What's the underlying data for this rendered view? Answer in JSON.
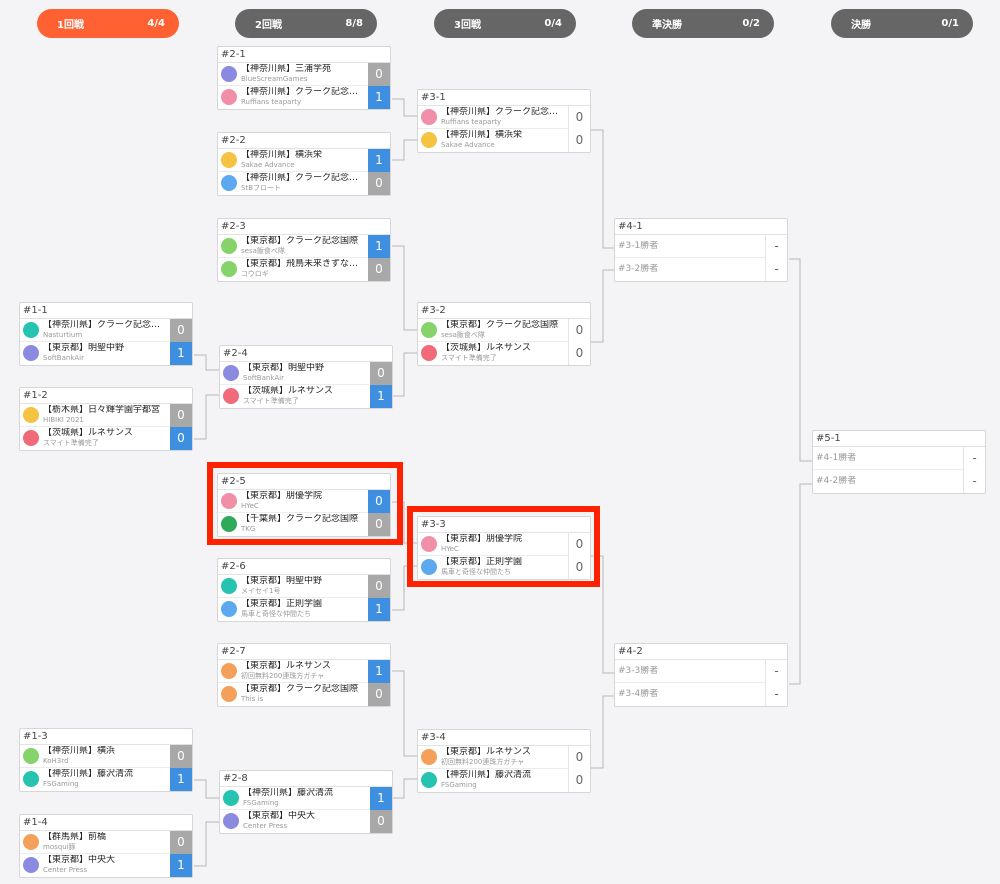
{
  "rounds": [
    {
      "name": "1回戦",
      "count": "4/4",
      "active": true
    },
    {
      "name": "2回戦",
      "count": "8/8",
      "active": false
    },
    {
      "name": "3回戦",
      "count": "0/4",
      "active": false
    },
    {
      "name": "準決勝",
      "count": "0/2",
      "active": false
    },
    {
      "name": "決勝",
      "count": "0/1",
      "active": false
    }
  ],
  "team_colors": {
    "pink": "#f08fa7",
    "yellow": "#f5c342",
    "blue": "#5da9f0",
    "green": "#86d36a",
    "purple": "#8a8ae0",
    "teal": "#25c3b0",
    "orange": "#f5a05a",
    "red": "#f06a7a",
    "dark-green": "#2eaa5a"
  },
  "matches": {
    "m1_1": {
      "id": "#1-1",
      "teams": [
        {
          "name": "【神奈川県】クラーク記念国…",
          "sub": "Nasturtium",
          "score": "0",
          "result": "lose",
          "color": "teal"
        },
        {
          "name": "【東京都】明聖中野",
          "sub": "SoftBankAir",
          "score": "1",
          "result": "win",
          "color": "purple"
        }
      ]
    },
    "m1_2": {
      "id": "#1-2",
      "teams": [
        {
          "name": "【栃木県】日々輝学園宇都宮",
          "sub": "HIBIKI 2021",
          "score": "0",
          "result": "lose",
          "color": "yellow"
        },
        {
          "name": "【茨城県】ルネサンス",
          "sub": "スマイト準備完了",
          "score": "0",
          "result": "win",
          "color": "red"
        }
      ]
    },
    "m1_3": {
      "id": "#1-3",
      "teams": [
        {
          "name": "【神奈川県】横浜",
          "sub": "KoH3rd",
          "score": "0",
          "result": "lose",
          "color": "green"
        },
        {
          "name": "【神奈川県】藤沢清流",
          "sub": "FSGaming",
          "score": "1",
          "result": "win",
          "color": "teal"
        }
      ]
    },
    "m1_4": {
      "id": "#1-4",
      "teams": [
        {
          "name": "【群馬県】前橋",
          "sub": "mosqui豚",
          "score": "0",
          "result": "lose",
          "color": "orange"
        },
        {
          "name": "【東京都】中央大",
          "sub": "Center Press",
          "score": "1",
          "result": "win",
          "color": "purple"
        }
      ]
    },
    "m2_1": {
      "id": "#2-1",
      "teams": [
        {
          "name": "【神奈川県】三浦学苑",
          "sub": "BlueScreamGames",
          "score": "0",
          "result": "lose",
          "color": "purple"
        },
        {
          "name": "【神奈川県】クラーク記念国…",
          "sub": "Ruffians teaparty",
          "score": "1",
          "result": "win",
          "color": "pink"
        }
      ]
    },
    "m2_2": {
      "id": "#2-2",
      "teams": [
        {
          "name": "【神奈川県】横浜栄",
          "sub": "Sakae Advance",
          "score": "1",
          "result": "win",
          "color": "yellow"
        },
        {
          "name": "【神奈川県】クラーク記念国…",
          "sub": "StBフロート",
          "score": "0",
          "result": "lose",
          "color": "blue"
        }
      ]
    },
    "m2_3": {
      "id": "#2-3",
      "teams": [
        {
          "name": "【東京都】クラーク記念国際",
          "sub": "sesa飯食べ隊",
          "score": "1",
          "result": "win",
          "color": "green"
        },
        {
          "name": "【東京都】飛鳥未来きずな立川",
          "sub": "コウロギ",
          "score": "0",
          "result": "lose",
          "color": "green"
        }
      ]
    },
    "m2_4": {
      "id": "#2-4",
      "teams": [
        {
          "name": "【東京都】明聖中野",
          "sub": "SoftBankAir",
          "score": "0",
          "result": "lose",
          "color": "purple"
        },
        {
          "name": "【茨城県】ルネサンス",
          "sub": "スマイト準備完了",
          "score": "1",
          "result": "win",
          "color": "red"
        }
      ]
    },
    "m2_5": {
      "id": "#2-5",
      "teams": [
        {
          "name": "【東京都】朋優学院",
          "sub": "HYeC",
          "score": "0",
          "result": "win",
          "color": "pink"
        },
        {
          "name": "【千葉県】クラーク記念国際",
          "sub": "TKG",
          "score": "0",
          "result": "lose",
          "color": "dark-green"
        }
      ]
    },
    "m2_6": {
      "id": "#2-6",
      "teams": [
        {
          "name": "【東京都】明聖中野",
          "sub": "メイセイ1号",
          "score": "0",
          "result": "lose",
          "color": "teal"
        },
        {
          "name": "【東京都】正則学園",
          "sub": "馬車と奇怪な仲間たち",
          "score": "1",
          "result": "win",
          "color": "blue"
        }
      ]
    },
    "m2_7": {
      "id": "#2-7",
      "teams": [
        {
          "name": "【東京都】ルネサンス",
          "sub": "初回無料200連珠方ガチャ",
          "score": "1",
          "result": "win",
          "color": "orange"
        },
        {
          "name": "【東京都】クラーク記念国際",
          "sub": "This is",
          "score": "0",
          "result": "lose",
          "color": "orange"
        }
      ]
    },
    "m2_8": {
      "id": "#2-8",
      "teams": [
        {
          "name": "【神奈川県】藤沢清流",
          "sub": "FSGaming",
          "score": "1",
          "result": "win",
          "color": "teal"
        },
        {
          "name": "【東京都】中央大",
          "sub": "Center Press",
          "score": "0",
          "result": "lose",
          "color": "purple"
        }
      ]
    },
    "m3_1": {
      "id": "#3-1",
      "teams": [
        {
          "name": "【神奈川県】クラーク記念国…",
          "sub": "Ruffians teaparty",
          "score": "0",
          "result": "pending",
          "color": "pink"
        },
        {
          "name": "【神奈川県】横浜栄",
          "sub": "Sakae Advance",
          "score": "0",
          "result": "pending",
          "color": "yellow"
        }
      ]
    },
    "m3_2": {
      "id": "#3-2",
      "teams": [
        {
          "name": "【東京都】クラーク記念国際",
          "sub": "sesa飯食べ隊",
          "score": "0",
          "result": "pending",
          "color": "green"
        },
        {
          "name": "【茨城県】ルネサンス",
          "sub": "スマイト準備完了",
          "score": "0",
          "result": "pending",
          "color": "red"
        }
      ]
    },
    "m3_3": {
      "id": "#3-3",
      "teams": [
        {
          "name": "【東京都】朋優学院",
          "sub": "HYeC",
          "score": "0",
          "result": "pending",
          "color": "pink"
        },
        {
          "name": "【東京都】正則学園",
          "sub": "馬車と奇怪な仲間たち",
          "score": "0",
          "result": "pending",
          "color": "blue"
        }
      ]
    },
    "m3_4": {
      "id": "#3-4",
      "teams": [
        {
          "name": "【東京都】ルネサンス",
          "sub": "初回無料200連珠方ガチャ",
          "score": "0",
          "result": "pending",
          "color": "orange"
        },
        {
          "name": "【神奈川県】藤沢清流",
          "sub": "FSGaming",
          "score": "0",
          "result": "pending",
          "color": "teal"
        }
      ]
    },
    "m4_1": {
      "id": "#4-1",
      "teams": [
        {
          "name": "#3-1勝者",
          "score": "-",
          "result": "pending"
        },
        {
          "name": "#3-2勝者",
          "score": "-",
          "result": "pending"
        }
      ]
    },
    "m4_2": {
      "id": "#4-2",
      "teams": [
        {
          "name": "#3-3勝者",
          "score": "-",
          "result": "pending"
        },
        {
          "name": "#3-4勝者",
          "score": "-",
          "result": "pending"
        }
      ]
    },
    "m5_1": {
      "id": "#5-1",
      "teams": [
        {
          "name": "#4-1勝者",
          "score": "-",
          "result": "pending"
        },
        {
          "name": "#4-2勝者",
          "score": "-",
          "result": "pending"
        }
      ]
    }
  }
}
